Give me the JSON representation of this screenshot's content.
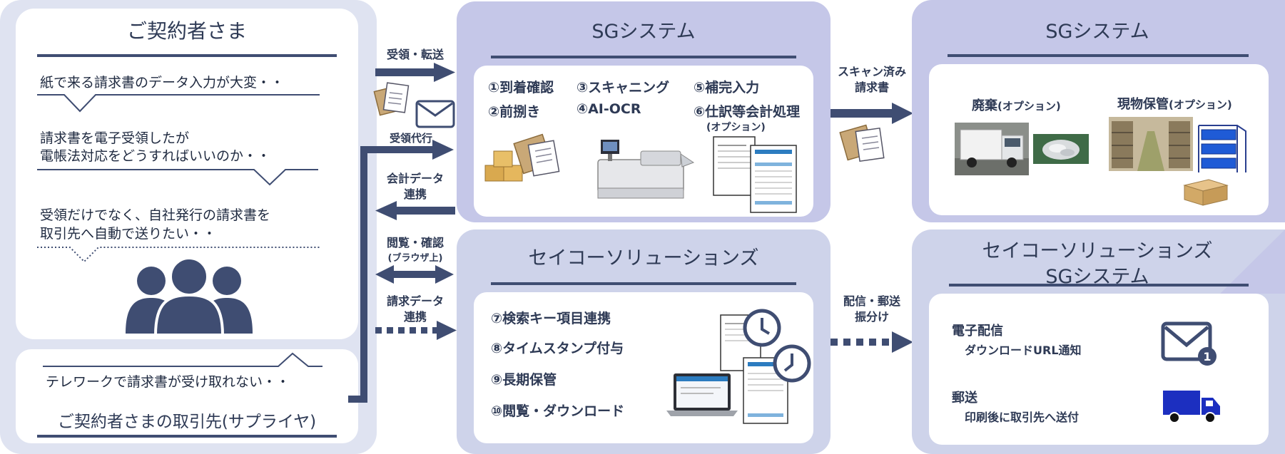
{
  "customer": {
    "title": "ご契約者さま",
    "concern1": "紙で来る請求書のデータ入力が大変・・",
    "concern2_line1": "請求書を電子受領したが",
    "concern2_line2": "電帳法対応をどうすればいいのか・・",
    "concern3_line1": "受領だけでなく、自社発行の請求書を",
    "concern3_line2": "取引先へ自動で送りたい・・"
  },
  "supplier": {
    "concern": "テレワークで請求書が受け取れない・・",
    "title": "ご契約者さまの取引先(サプライヤ)"
  },
  "arrows": {
    "receive_forward": "受領・転送",
    "receive_proxy": "受領代行",
    "accounting_line1": "会計データ",
    "accounting_line2": "連携",
    "browse_line1": "閲覧・確認",
    "browse_line2": "(ブラウザ上)",
    "invoice_line1": "請求データ",
    "invoice_line2": "連携",
    "scanned_line1": "スキャン済み",
    "scanned_line2": "請求書",
    "delivery_line1": "配信・郵送",
    "delivery_line2": "振分け"
  },
  "sg_main": {
    "title": "SGシステム",
    "items": [
      "①到着確認",
      "②前捌き",
      "③スキャニング",
      "④AI-OCR",
      "⑤補完入力",
      "⑥仕訳等会計処理"
    ],
    "option_note": "(オプション)"
  },
  "sg_right": {
    "title": "SGシステム",
    "disposal": "廃棄",
    "storage": "現物保管",
    "option_note": "(オプション)"
  },
  "seiko": {
    "title": "セイコーソリューションズ",
    "items": [
      "⑦検索キー項目連携",
      "⑧タイムスタンプ付与",
      "⑨長期保管",
      "⑩閲覧・ダウンロード"
    ]
  },
  "seiko_sg": {
    "title_line1": "セイコーソリューションズ",
    "title_line2": "SGシステム",
    "email_title": "電子配信",
    "email_sub": "ダウンロードURL通知",
    "mail_title": "郵送",
    "mail_sub": "印刷後に取引先へ送付",
    "badge": "1"
  },
  "colors": {
    "navy": "#3f4d72",
    "panel_left": "#dfe3f1",
    "panel_purple": "#c5c7e8",
    "panel_lavender": "#ced3ea",
    "truck_blue": "#1c2fc0"
  }
}
